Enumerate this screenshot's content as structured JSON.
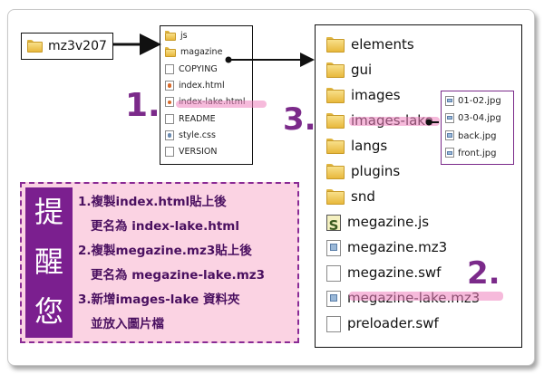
{
  "root_folder": {
    "name": "mz3v207",
    "icon": "folder-icon"
  },
  "step1_label": "1.",
  "step2_label": "2.",
  "step3_label": "3.",
  "small_list": [
    {
      "name": "js",
      "icon": "folder-icon"
    },
    {
      "name": "magazine",
      "icon": "folder-icon"
    },
    {
      "name": "COPYING",
      "icon": "file-icon"
    },
    {
      "name": "index.html",
      "icon": "html-file-icon"
    },
    {
      "name": "index-lake.html",
      "icon": "html-file-icon",
      "highlight": true
    },
    {
      "name": "README",
      "icon": "file-icon"
    },
    {
      "name": "style.css",
      "icon": "css-file-icon"
    },
    {
      "name": "VERSION",
      "icon": "file-icon"
    }
  ],
  "big_list": [
    {
      "name": "elements",
      "icon": "folder-icon"
    },
    {
      "name": "gui",
      "icon": "folder-icon"
    },
    {
      "name": "images",
      "icon": "folder-icon"
    },
    {
      "name": "images-lake",
      "icon": "folder-icon",
      "highlight": true
    },
    {
      "name": "langs",
      "icon": "folder-icon"
    },
    {
      "name": "plugins",
      "icon": "folder-icon"
    },
    {
      "name": "snd",
      "icon": "folder-icon"
    },
    {
      "name": "megazine.js",
      "icon": "js-file-icon"
    },
    {
      "name": "megazine.mz3",
      "icon": "mz3-file-icon"
    },
    {
      "name": "megazine.swf",
      "icon": "file-icon"
    },
    {
      "name": "megazine-lake.mz3",
      "icon": "mz3-file-icon",
      "highlight": true
    },
    {
      "name": "preloader.swf",
      "icon": "file-icon"
    }
  ],
  "images_list": [
    "01-02.jpg",
    "03-04.jpg",
    "back.jpg",
    "front.jpg"
  ],
  "note": {
    "side_chars": [
      "提",
      "醒",
      "您"
    ],
    "lines": [
      "1.複製index.html貼上後",
      "更名為 index-lake.html",
      "2.複製megazine.mz3貼上後",
      "更名為 megazine-lake.mz3",
      "3.新增images-lake 資料夾",
      "並放入圖片檔"
    ]
  },
  "colors": {
    "accent": "#7b2a8a",
    "note_bg": "#fbd3e3",
    "highlight": "#ee82be"
  }
}
